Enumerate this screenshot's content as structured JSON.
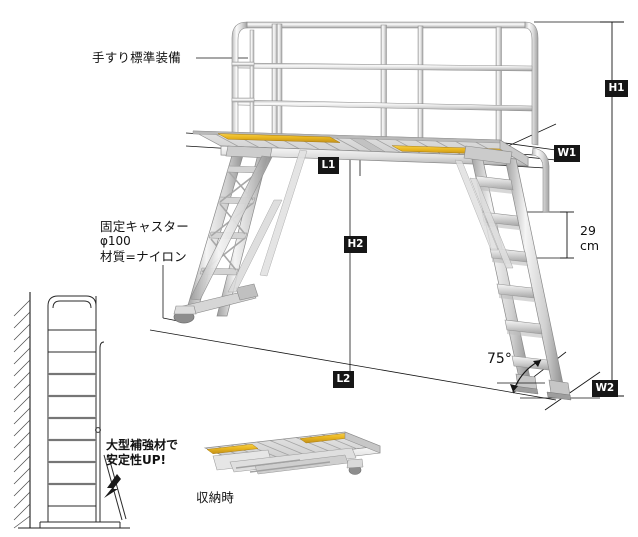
{
  "diagram": {
    "title": "Aluminum work platform with handrail - dimensional drawing",
    "annotations": {
      "handrail": "手すり標準装備",
      "caster_line1": "固定キャスター",
      "caster_line2": "φ100",
      "caster_line3": "材質=ナイロン",
      "reinforce_line1": "大型補強材で",
      "reinforce_line2": "安定性UP!",
      "stored": "収納時"
    },
    "dimensions": {
      "h1": "H1",
      "h2": "H2",
      "l1": "L1",
      "l2": "L2",
      "w1": "W1",
      "w2": "W2",
      "step_height_value": "29",
      "step_height_unit": "cm",
      "angle": "75°"
    },
    "colors": {
      "safety_strip": "#e9b51f",
      "safety_strip_dark": "#c8961a",
      "metal_light": "#f2f2f2",
      "metal_mid": "#cfcfcf",
      "metal_dark": "#9a9a9a",
      "line": "#1a1a1a",
      "badge_bg": "#161616",
      "badge_fg": "#ffffff"
    }
  }
}
